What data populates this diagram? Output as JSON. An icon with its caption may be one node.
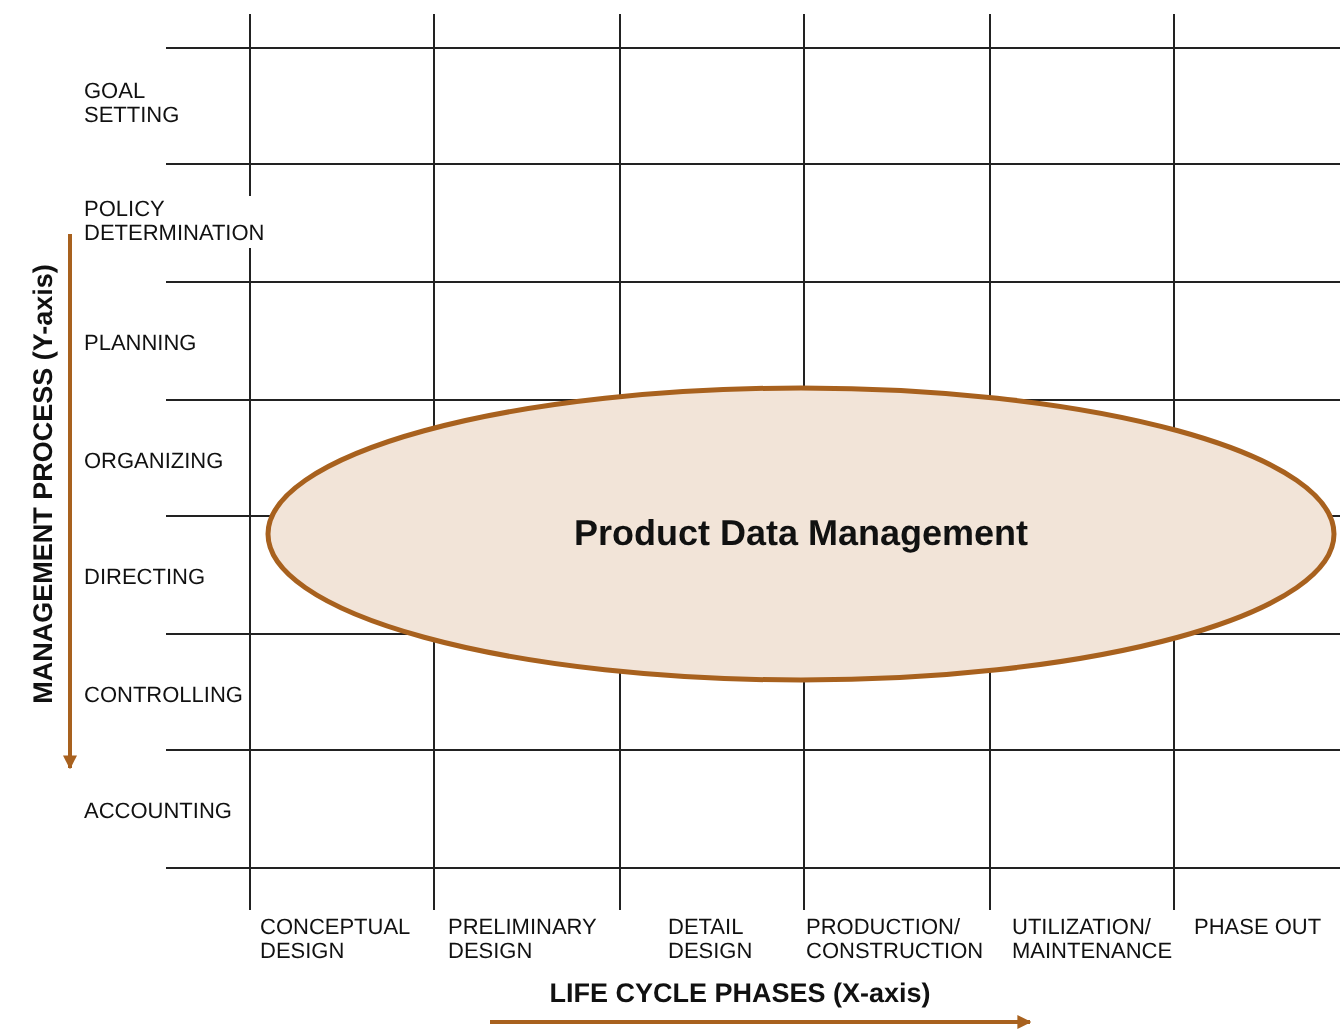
{
  "diagram": {
    "nodes": [
      {
        "text": [
          "Product Data Management"
        ]
      }
    ],
    "edges": [],
    "labels": [
      "GOAL SETTING",
      "POLICY DETERMINATION",
      "PLANNING",
      "ORGANIZING",
      "DIRECTING",
      "CONTROLLING",
      "ACCOUNTING",
      "MANAGEMENT PROCESS (Y-axis)",
      "CONCEPTUAL DESIGN",
      "PRELIMINARY DESIGN",
      "DETAIL DESIGN",
      "PRODUCTION/ CONSTRUCTION",
      "UTILIZATION/ MAINTENANCE",
      "PHASE OUT",
      "LIFE CYCLE PHASES (X-axis)"
    ]
  }
}
